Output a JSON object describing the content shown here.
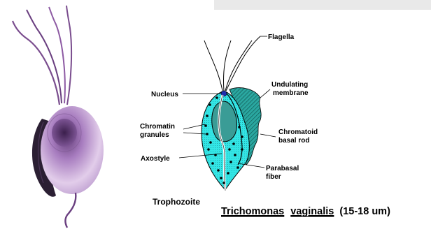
{
  "diagram": {
    "labels": {
      "flagella": "Flagella",
      "nucleus": "Nucleus",
      "undulating_1": "Undulating",
      "undulating_2": "membrane",
      "chromatin_1": "Chromatin",
      "chromatin_2": "granules",
      "chromatoid_1": "Chromatoid",
      "chromatoid_2": "basal rod",
      "axostyle": "Axostyle",
      "parabasal_1": "Parabasal",
      "parabasal_2": "fiber",
      "stage": "Trophozoite"
    },
    "caption": {
      "genus": "Trichomonas",
      "species": "vaginalis",
      "size": "(15-18 um)"
    }
  },
  "colors": {
    "cell_fill": "#33e6e6",
    "membrane_fill": "#2aa7a0",
    "nucleus_fill": "#3a9c96",
    "microbe_body": "#c6a8d6",
    "microbe_dark": "#2b1f33",
    "flagellum_purple": "#7a4d8e",
    "top_bar": "#e9e9e9"
  }
}
